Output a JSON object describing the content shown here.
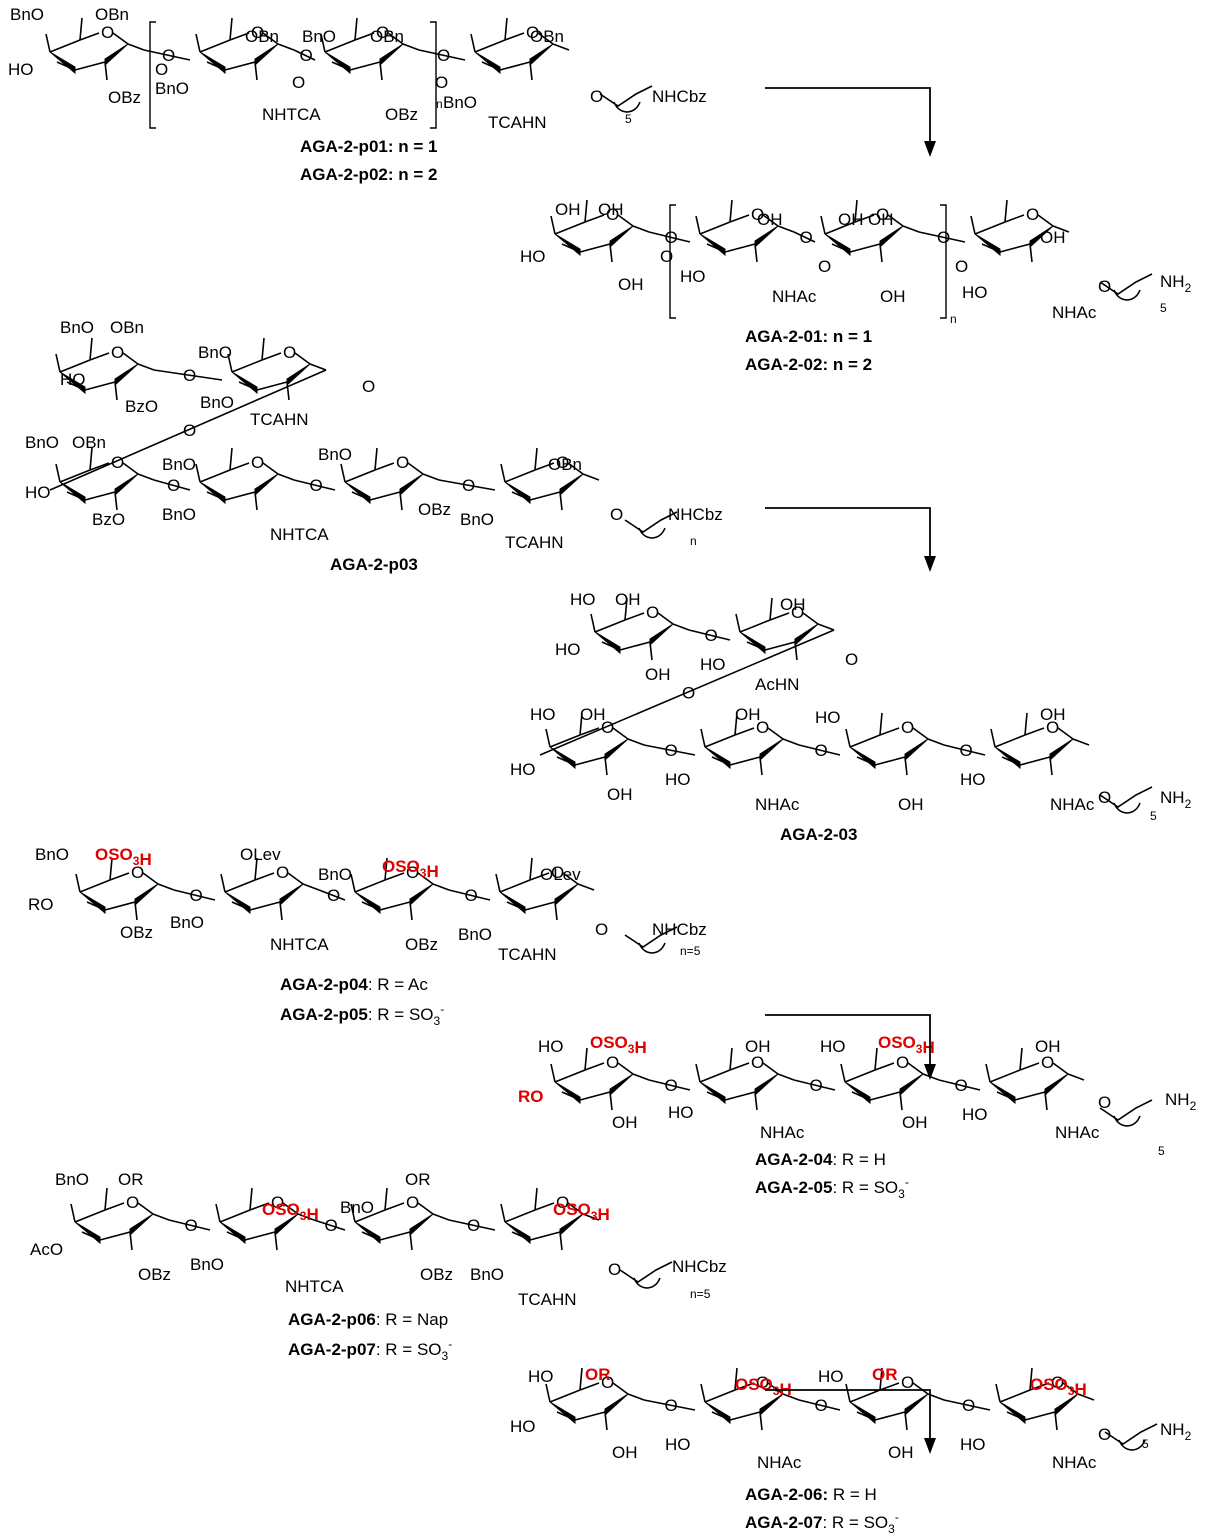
{
  "rows": [
    {
      "reactant": {
        "sub_labels": [
          "BnO",
          "OBn",
          "HO",
          "OBz",
          "O",
          "OBn",
          "BnO",
          "NHTCA",
          "O",
          "BnO",
          "OBn",
          "OBz",
          "O",
          "OBn",
          "BnO",
          "TCAHN",
          "O",
          "NHCbz",
          "n",
          "5"
        ],
        "names": [
          {
            "id": "AGA-2-p01",
            "text": "AGA-2-p01: n = 1"
          },
          {
            "id": "AGA-2-p02",
            "text": "AGA-2-p02: n = 2"
          }
        ]
      },
      "product": {
        "sub_labels": [
          "OH",
          "OH",
          "HO",
          "OH",
          "O",
          "OH",
          "HO",
          "NHAc",
          "O",
          "OH",
          "OH",
          "OH",
          "O",
          "OH",
          "HO",
          "NHAc",
          "O",
          "NH2",
          "n",
          "5"
        ],
        "names": [
          {
            "id": "AGA-2-01",
            "text": "AGA-2-01: n = 1"
          },
          {
            "id": "AGA-2-02",
            "text": "AGA-2-02: n = 2"
          }
        ]
      }
    },
    {
      "reactant": {
        "sub_labels": [
          "BnO",
          "OBn",
          "HO",
          "BzO",
          "BnO",
          "BnO",
          "TCAHN",
          "O",
          "BnO",
          "OBn",
          "HO",
          "BzO",
          "BnO",
          "BnO",
          "NHTCA",
          "BnO",
          "OBz",
          "OBn",
          "BnO",
          "TCAHN",
          "O",
          "NHCbz",
          "n"
        ],
        "names": [
          {
            "id": "AGA-2-p03",
            "text": "AGA-2-p03"
          }
        ]
      },
      "product": {
        "sub_labels": [
          "HO",
          "OH",
          "HO",
          "OH",
          "OH",
          "HO",
          "AcHN",
          "O",
          "HO",
          "OH",
          "HO",
          "OH",
          "OH",
          "HO",
          "NHAc",
          "HO",
          "OH",
          "OH",
          "HO",
          "NHAc",
          "O",
          "NH2",
          "5"
        ],
        "names": [
          {
            "id": "AGA-2-03",
            "text": "AGA-2-03"
          }
        ]
      }
    },
    {
      "reactant": {
        "sub_labels": [
          "BnO",
          "OSO3H",
          "RO",
          "OBz",
          "OLev",
          "BnO",
          "NHTCA",
          "BnO",
          "OSO3H",
          "OBz",
          "OLev",
          "BnO",
          "TCAHN",
          "O",
          "NHCbz",
          "n=5"
        ],
        "names": [
          {
            "id": "AGA-2-p04",
            "text": "AGA-2-p04",
            "suffix": ": R = Ac"
          },
          {
            "id": "AGA-2-p05",
            "text": "AGA-2-p05",
            "suffix": ": R = SO3-"
          }
        ]
      },
      "product": {
        "sub_labels": [
          "HO",
          "OSO3H",
          "RO",
          "OH",
          "OH",
          "HO",
          "NHAc",
          "HO",
          "OSO3H",
          "OH",
          "OH",
          "HO",
          "NHAc",
          "O",
          "NH2",
          "5"
        ],
        "names": [
          {
            "id": "AGA-2-04",
            "text": "AGA-2-04",
            "suffix": ": R = H"
          },
          {
            "id": "AGA-2-05",
            "text": "AGA-2-05",
            "suffix": ": R = SO3-"
          }
        ]
      }
    },
    {
      "reactant": {
        "sub_labels": [
          "BnO",
          "OR",
          "AcO",
          "OBz",
          "OSO3H",
          "BnO",
          "NHTCA",
          "BnO",
          "OR",
          "OBz",
          "OSO3H",
          "BnO",
          "TCAHN",
          "O",
          "NHCbz",
          "n=5"
        ],
        "names": [
          {
            "id": "AGA-2-p06",
            "text": "AGA-2-p06",
            "suffix": ": R = Nap"
          },
          {
            "id": "AGA-2-p07",
            "text": "AGA-2-p07",
            "suffix": ": R = SO3-"
          }
        ]
      },
      "product": {
        "sub_labels": [
          "HO",
          "OR",
          "HO",
          "OH",
          "OSO3H",
          "HO",
          "NHAc",
          "HO",
          "OR",
          "OH",
          "OSO3H",
          "HO",
          "NHAc",
          "O",
          "NH2",
          "5"
        ],
        "names": [
          {
            "id": "AGA-2-06",
            "text": "AGA-2-06:",
            "suffix": " R = H"
          },
          {
            "id": "AGA-2-07",
            "text": "AGA-2-07",
            "suffix": ": R = SO3-"
          }
        ]
      }
    }
  ],
  "colors": {
    "highlight": "#e00000",
    "ink": "#000000"
  }
}
